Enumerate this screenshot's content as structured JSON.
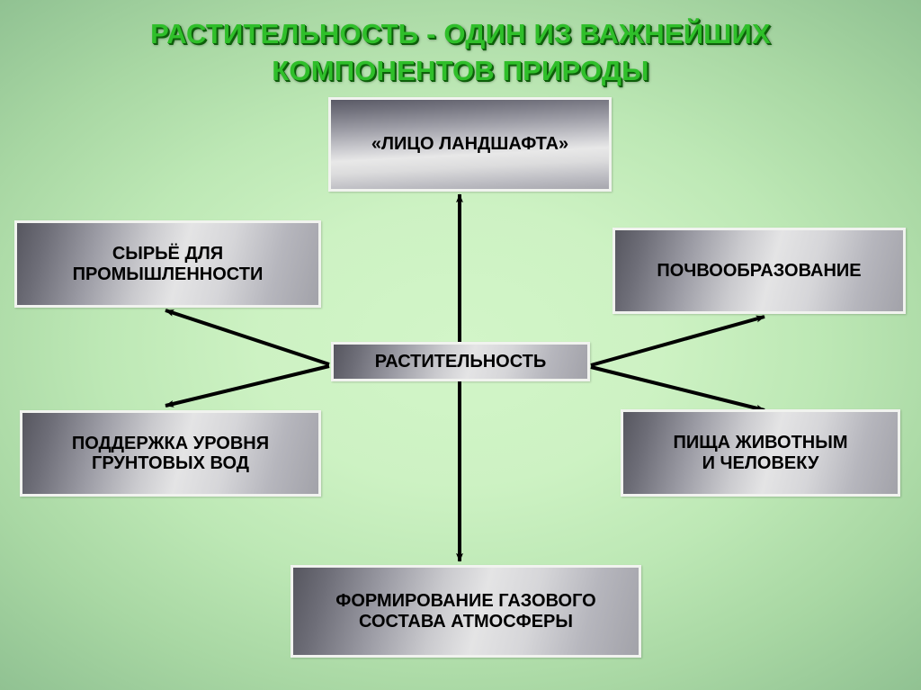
{
  "slide": {
    "title": "РАСТИТЕЛЬНОСТЬ  - ОДИН ИЗ ВАЖНЕЙШИХ\nКОМПОНЕНТОВ ПРИРОДЫ",
    "background_color_center": "#cdf2c3",
    "background_color_edge": "#93c494",
    "title_color": "#2fbf2a",
    "title_shadow_color": "#0d5f0a",
    "box_text_color": "#000000",
    "box_border_color": "#f1f3ef",
    "arrow_color": "#000000"
  },
  "center_node": {
    "label": "РАСТИТЕЛЬНОСТЬ"
  },
  "nodes": [
    {
      "id": "landscape",
      "label": "«ЛИЦО ЛАНДШАФТА»"
    },
    {
      "id": "raw-material",
      "label": "СЫРЬЁ ДЛЯ\nПРОМЫШЛЕННОСТИ"
    },
    {
      "id": "soil",
      "label": "ПОЧВООБРАЗОВАНИЕ"
    },
    {
      "id": "groundwater",
      "label": "ПОДДЕРЖКА УРОВНЯ\nГРУНТОВЫХ ВОД"
    },
    {
      "id": "food",
      "label": "ПИЩА ЖИВОТНЫМ\nИ ЧЕЛОВЕКУ"
    },
    {
      "id": "atmosphere",
      "label": "ФОРМИРОВАНИЕ ГАЗОВОГО\nСОСТАВА АТМОСФЕРЫ"
    }
  ],
  "arrows": [
    {
      "id": "center-to-landscape",
      "from": "center",
      "to": "landscape"
    },
    {
      "id": "center-to-raw-material",
      "from": "center",
      "to": "raw-material"
    },
    {
      "id": "center-to-soil",
      "from": "center",
      "to": "soil"
    },
    {
      "id": "center-to-groundwater",
      "from": "center",
      "to": "groundwater"
    },
    {
      "id": "center-to-food",
      "from": "center",
      "to": "food"
    },
    {
      "id": "center-to-atmosphere",
      "from": "center",
      "to": "atmosphere"
    }
  ]
}
